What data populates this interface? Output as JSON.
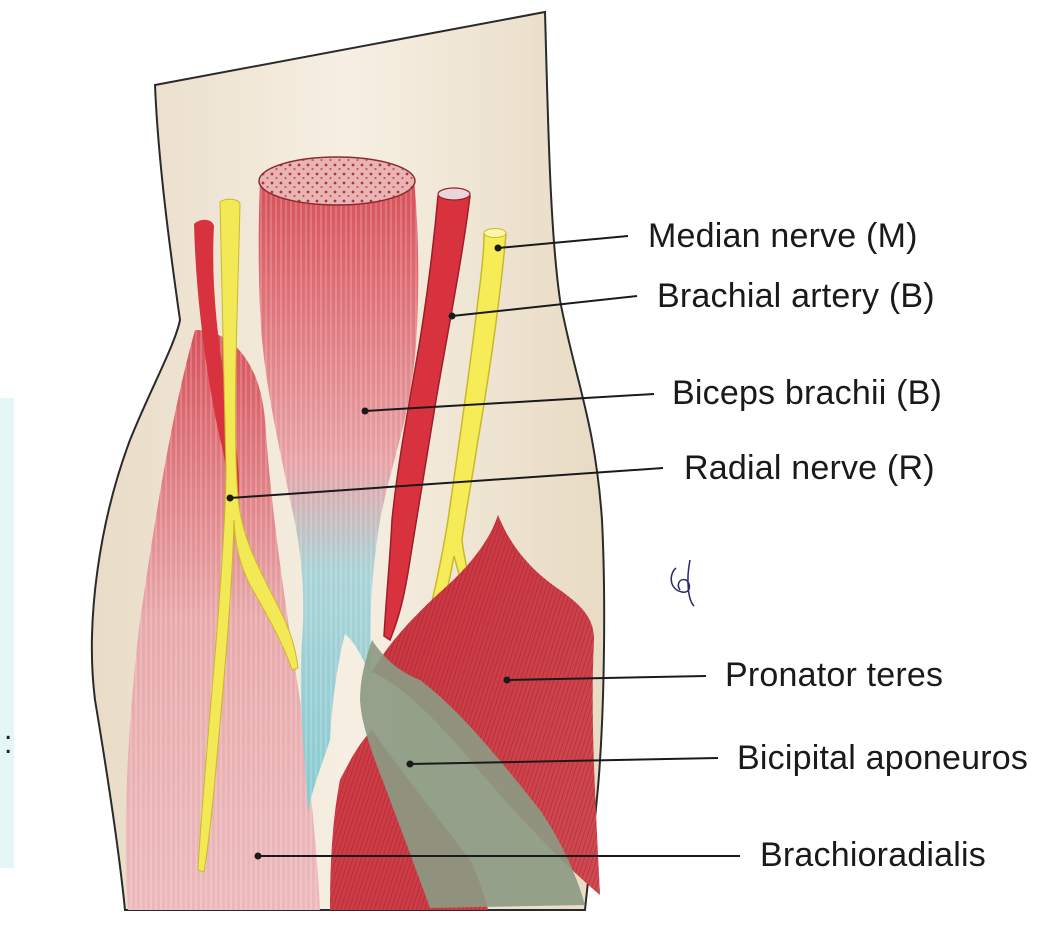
{
  "labels": {
    "median_nerve": "Median nerve (M)",
    "brachial_artery": "Brachial artery (B)",
    "biceps_brachii": "Biceps brachii (B)",
    "radial_nerve": "Radial nerve (R)",
    "pronator_teres": "Pronator teres",
    "bicipital_aponeurosis": "Bicipital aponeuros",
    "brachioradialis": "Brachioradialis"
  },
  "colors": {
    "skin": "#efe4d2",
    "muscle": "#d9535c",
    "muscle_light": "#eaa6a8",
    "tendon": "#8ccdd3",
    "aponeurosis": "#8c9a82",
    "artery": "#d8323e",
    "nerve": "#f5ec58",
    "leader": "#1a1a1a"
  }
}
